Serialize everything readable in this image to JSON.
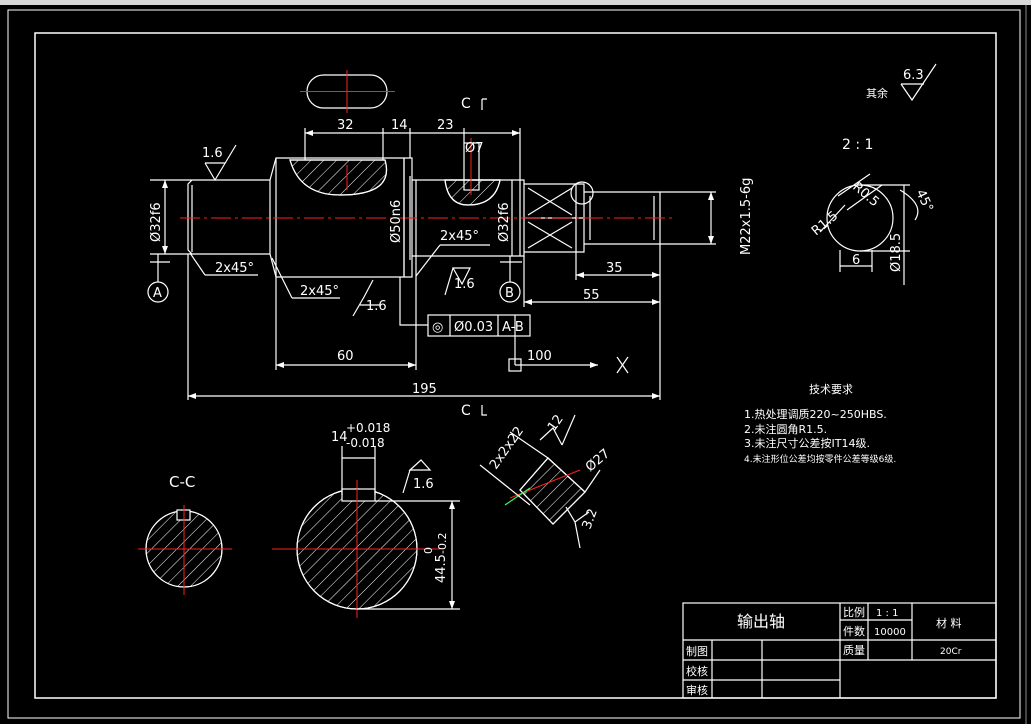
{
  "colors": {
    "background": "#000000",
    "line": "#ffffff",
    "center_line": "#ff2020",
    "hatch": "#ffffff",
    "highlight": "#30ff60",
    "frame_top": "#e8e8e8"
  },
  "dims": {
    "len32": "32",
    "len14": "14",
    "len23": "23",
    "dia7": "Ø7",
    "dia32f6_left": "Ø32f6",
    "dia50n6": "Ø50n6",
    "dia32f6_right": "Ø32f6",
    "thread": "M22x1.5-6g",
    "len35": "35",
    "len55": "55",
    "len60": "60",
    "len100": "100",
    "len195": "195",
    "chamfer_left": "2x45°",
    "chamfer_mid": "2x45°",
    "chamfer_right": "2x45°",
    "r15": "R1.5",
    "r05": "R0.5",
    "ang45": "45°",
    "len6": "6",
    "dia185": "Ø18.5",
    "key14": "14",
    "tol_plus": "+0.018",
    "tol_minus": "-0.018",
    "d445": "44.5",
    "d445_up": "0",
    "d445_low": "-0.2",
    "cone": "2x2x22",
    "dia27": "Ø27"
  },
  "roughness": {
    "left_end": "1.6",
    "mid": "1.6",
    "keyway": "1.6",
    "right_step": "1.6",
    "others": "6.3",
    "others_label": "其余",
    "cone_top": "12",
    "cone_bottom": "3.2"
  },
  "datums": {
    "a": "A",
    "b": "B"
  },
  "tolerance_frame": {
    "symbol": "◎",
    "value": "Ø0.03",
    "datum": "A-B"
  },
  "sections": {
    "c_top": "C",
    "c_bottom": "C",
    "cc_label": "C-C"
  },
  "scale_note": "2 : 1",
  "tech_requirements": {
    "title": "技术要求",
    "items": [
      "1.热处理调质220~250HBS.",
      "2.未注圆角R1.5.",
      "3.未注尺寸公差按IT14级.",
      "4.未注形位公差均按零件公差等级6级."
    ]
  },
  "title_block": {
    "part_name": "输出轴",
    "scale_label": "比例",
    "scale_value": "1 : 1",
    "qty_label": "件数",
    "qty_value": "10000",
    "material_label": "材  料",
    "mass_label": "质量",
    "material_value": "20Cr",
    "drawn_label": "制图",
    "checked_label": "校核",
    "approved_label": "审核"
  }
}
